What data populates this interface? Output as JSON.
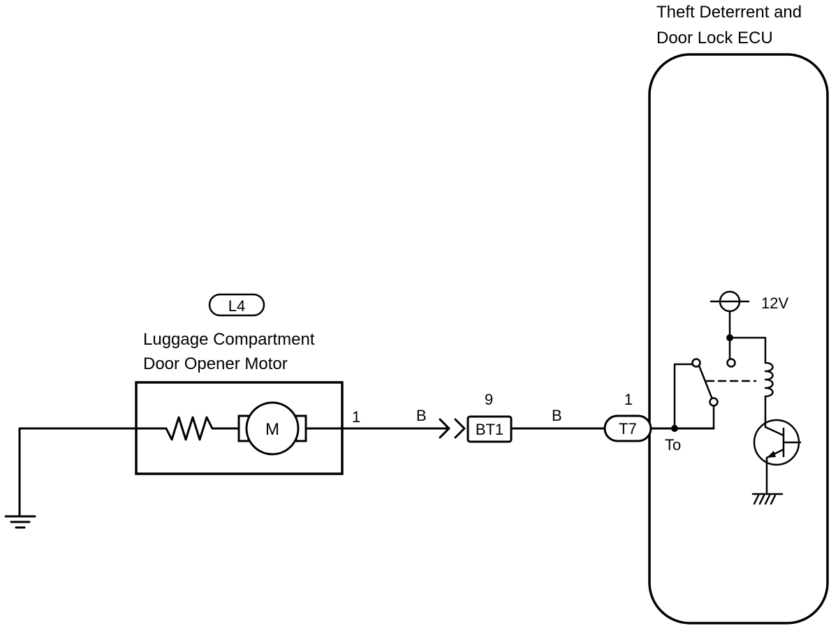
{
  "ecu": {
    "title_line1": "Theft Deterrent and",
    "title_line2": "Door Lock ECU",
    "terminal_label": "To",
    "supply_label": "12V"
  },
  "motor": {
    "connector_code": "L4",
    "name_line1": "Luggage Compartment",
    "name_line2": "Door Opener Motor",
    "symbol_letter": "M",
    "pin_number": "1"
  },
  "wires": {
    "color_left": "B",
    "color_right": "B"
  },
  "junction_connector": {
    "code": "BT1",
    "pin_number": "9"
  },
  "ecu_connector": {
    "code": "T7",
    "pin_number": "1"
  }
}
